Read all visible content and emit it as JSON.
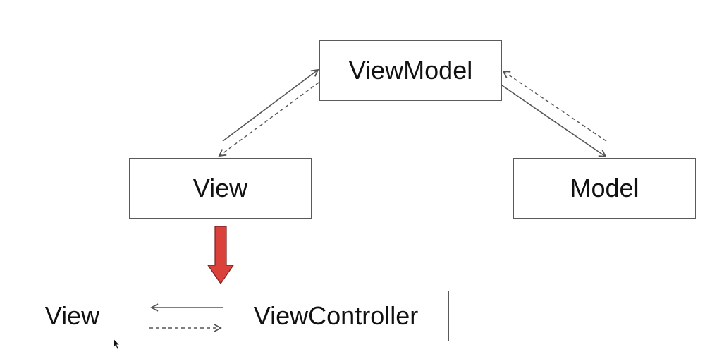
{
  "nodes": {
    "viewmodel": "ViewModel",
    "view": "View",
    "model": "Model",
    "view_bottom": "View",
    "viewcontroller": "ViewController"
  },
  "colors": {
    "box_border": "#5a5a5a",
    "arrow": "#555555",
    "transition_arrow_fill": "#d9413a",
    "transition_arrow_stroke": "#7a2020"
  }
}
